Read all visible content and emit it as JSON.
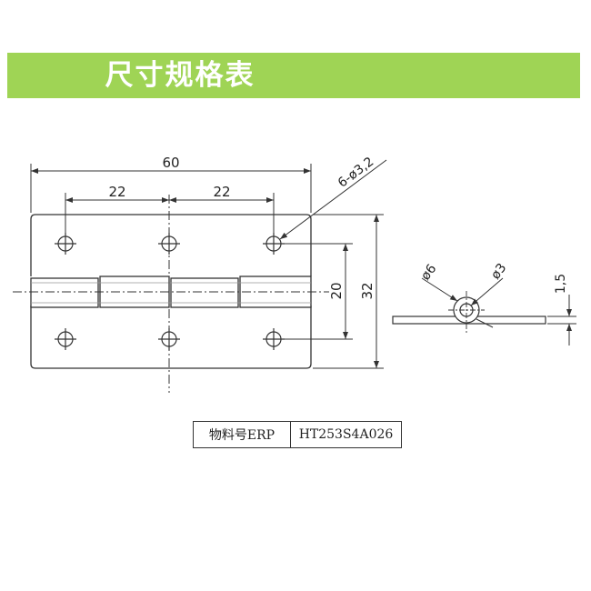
{
  "banner": {
    "title": "尺寸规格表",
    "color": "#9fd455"
  },
  "drawing": {
    "dim_overall_width": "60",
    "dim_hole_pitch_left": "22",
    "dim_hole_pitch_right": "22",
    "dim_holes": "6-ø3,2",
    "dim_hole_rows": "20",
    "dim_height": "32",
    "dim_knuckle_od": "ø6",
    "dim_pin": "ø3",
    "dim_thickness": "1,5"
  },
  "erp": {
    "label": "物料号ERP",
    "value": "HT253S4A026"
  }
}
